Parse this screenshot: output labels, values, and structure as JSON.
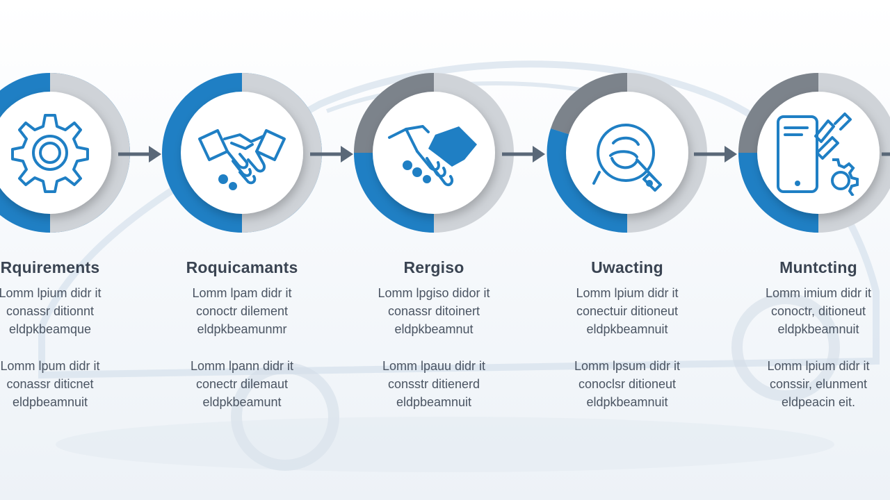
{
  "colors": {
    "blue": "#1f7fc4",
    "gray": "#c9cdd2",
    "dark_gray": "#7c838b",
    "arrow": "#5a6878",
    "text": "#3a4452"
  },
  "steps": [
    {
      "title": "Rquirements",
      "icon": "gear-icon",
      "para1": [
        "Lomm lpium didr it",
        "conassr ditionnt",
        "eldpkbeamque"
      ],
      "para2": [
        "Lomm lpum didr it",
        "conassr diticnet",
        "eldpbeamnuit"
      ]
    },
    {
      "title": "Roquicamants",
      "icon": "handshake-icon",
      "para1": [
        "Lomm lpam didr it",
        "conoctr dilement",
        "eldpkbeamunmr"
      ],
      "para2": [
        "Lomm lpann didr it",
        "conectr dilemaut",
        "eldpkbeamunt"
      ]
    },
    {
      "title": "Rergiso",
      "icon": "handshake-icon",
      "para1": [
        "Lomm lpgiso didor it",
        "conassr ditoinert",
        "eldpkbeamnut"
      ],
      "para2": [
        "Lomm lpauu didr it",
        "consstr ditienerd",
        "eldpbeamnuit"
      ]
    },
    {
      "title": "Uwacting",
      "icon": "wrench-icon",
      "para1": [
        "Lomm lpium didr it",
        "conectuir ditioneut",
        "eldpkbeamnuit"
      ],
      "para2": [
        "Lomm lpsum didr it",
        "conoclsr ditioneut",
        "eldpkbeamnuit"
      ]
    },
    {
      "title": "Muntcting",
      "icon": "device-tools-icon",
      "para1": [
        "Lomm imium didr it",
        "conoctr, ditioneut",
        "eldpkbeamnuit"
      ],
      "para2": [
        "Lomm lpium didr it",
        "conssir, elunment",
        "eldpeacin eit."
      ]
    }
  ]
}
